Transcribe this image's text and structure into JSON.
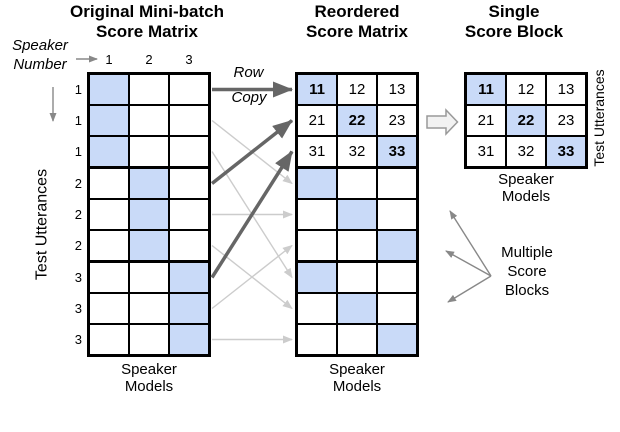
{
  "colors": {
    "highlight": "#c9daf8",
    "grid": "#000000",
    "dark_arrow": "#666666",
    "light_arrow": "#cccccc",
    "annot_arrow": "#888888",
    "block_arrow_fill": "#f2f2f2",
    "block_arrow_stroke": "#999999"
  },
  "titles": {
    "original": [
      "Original Mini-batch",
      "Score Matrix"
    ],
    "reordered": [
      "Reordered",
      "Score Matrix"
    ],
    "single": [
      "Single",
      "Score Block"
    ]
  },
  "labels": {
    "speaker_number": [
      "Speaker",
      "Number"
    ],
    "col_headers": [
      "1",
      "2",
      "3"
    ],
    "row_labels": [
      "1",
      "1",
      "1",
      "2",
      "2",
      "2",
      "3",
      "3",
      "3"
    ],
    "test_utterances": "Test Utterances",
    "speaker_models": [
      "Speaker",
      "Models"
    ],
    "row_copy": [
      "Row",
      "Copy"
    ],
    "multiple_blocks": [
      "Multiple",
      "Score",
      "Blocks"
    ]
  },
  "matrices": {
    "left": {
      "block_size": 3,
      "rows": [
        {
          "cells": [
            {
              "h": true
            },
            {},
            {}
          ]
        },
        {
          "cells": [
            {
              "h": true
            },
            {},
            {}
          ]
        },
        {
          "cells": [
            {
              "h": true
            },
            {},
            {}
          ]
        },
        {
          "cells": [
            {},
            {
              "h": true
            },
            {}
          ]
        },
        {
          "cells": [
            {},
            {
              "h": true
            },
            {}
          ]
        },
        {
          "cells": [
            {},
            {
              "h": true
            },
            {}
          ]
        },
        {
          "cells": [
            {},
            {},
            {
              "h": true
            }
          ]
        },
        {
          "cells": [
            {},
            {},
            {
              "h": true
            }
          ]
        },
        {
          "cells": [
            {},
            {},
            {
              "h": true
            }
          ]
        }
      ]
    },
    "middle": {
      "block_size": 3,
      "rows": [
        {
          "cells": [
            {
              "t": "11",
              "h": true,
              "b": true
            },
            {
              "t": "12"
            },
            {
              "t": "13"
            }
          ]
        },
        {
          "cells": [
            {
              "t": "21"
            },
            {
              "t": "22",
              "h": true,
              "b": true
            },
            {
              "t": "23"
            }
          ]
        },
        {
          "cells": [
            {
              "t": "31"
            },
            {
              "t": "32"
            },
            {
              "t": "33",
              "h": true,
              "b": true
            }
          ]
        },
        {
          "cells": [
            {
              "h": true
            },
            {},
            {}
          ]
        },
        {
          "cells": [
            {},
            {
              "h": true
            },
            {}
          ]
        },
        {
          "cells": [
            {},
            {},
            {
              "h": true
            }
          ]
        },
        {
          "cells": [
            {
              "h": true
            },
            {},
            {}
          ]
        },
        {
          "cells": [
            {},
            {
              "h": true
            },
            {}
          ]
        },
        {
          "cells": [
            {},
            {},
            {
              "h": true
            }
          ]
        }
      ]
    },
    "right": {
      "block_size": 3,
      "rows": [
        {
          "cells": [
            {
              "t": "11",
              "h": true,
              "b": true
            },
            {
              "t": "12"
            },
            {
              "t": "13"
            }
          ]
        },
        {
          "cells": [
            {
              "t": "21"
            },
            {
              "t": "22",
              "h": true,
              "b": true
            },
            {
              "t": "23"
            }
          ]
        },
        {
          "cells": [
            {
              "t": "31"
            },
            {
              "t": "32"
            },
            {
              "t": "33",
              "h": true,
              "b": true
            }
          ]
        }
      ]
    }
  },
  "arrows": {
    "dark": [
      [
        1,
        1
      ],
      [
        4,
        2
      ],
      [
        7,
        3
      ]
    ],
    "light": [
      [
        2,
        4
      ],
      [
        3,
        7
      ],
      [
        5,
        5
      ],
      [
        6,
        8
      ],
      [
        8,
        6
      ],
      [
        9,
        9
      ]
    ]
  }
}
